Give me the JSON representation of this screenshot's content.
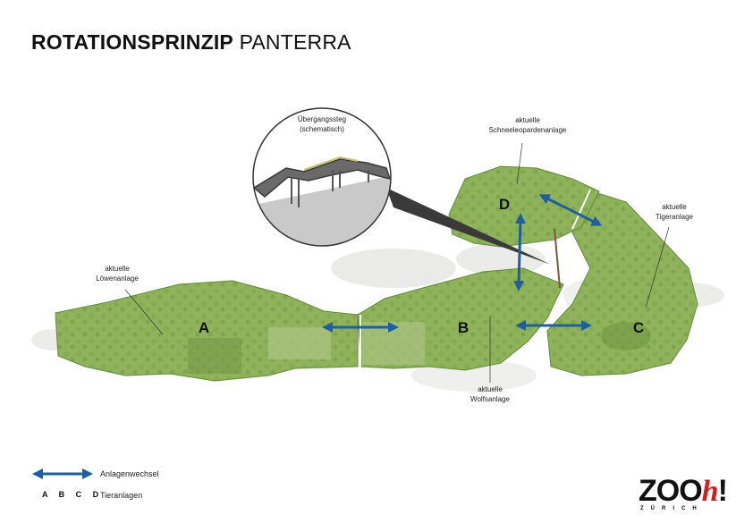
{
  "title": {
    "bold": "ROTATIONSPRINZIP",
    "light": "PANTERRA"
  },
  "inset": {
    "label_line1": "Übergangssteg",
    "label_line2": "(schematisch)"
  },
  "enclosures": {
    "A": {
      "letter": "A",
      "label_line1": "aktuelle",
      "label_line2": "Löwenanlage"
    },
    "B": {
      "letter": "B",
      "label_line1": "aktuelle",
      "label_line2": "Wolfsanlage"
    },
    "C": {
      "letter": "C",
      "label_line1": "aktuelle",
      "label_line2": "Tigeranlage"
    },
    "D": {
      "letter": "D",
      "label_line1": "aktuelle",
      "label_line2": "Schneeleopardenanlage"
    }
  },
  "legend": {
    "arrow_label": "Anlagenwechsel",
    "letters": "A B C D",
    "letters_label": "Tieranlagen"
  },
  "logo": {
    "text_zoo": "ZOO",
    "text_h": "h",
    "text_excl": "!",
    "sub": "ZÜRICH"
  },
  "colors": {
    "enclosure_green": "#8fb35a",
    "enclosure_dark": "#6f9445",
    "arrow_blue": "#1f5f9e",
    "logo_red": "#d01c1f"
  },
  "icons": [
    "double-arrow-icon"
  ]
}
